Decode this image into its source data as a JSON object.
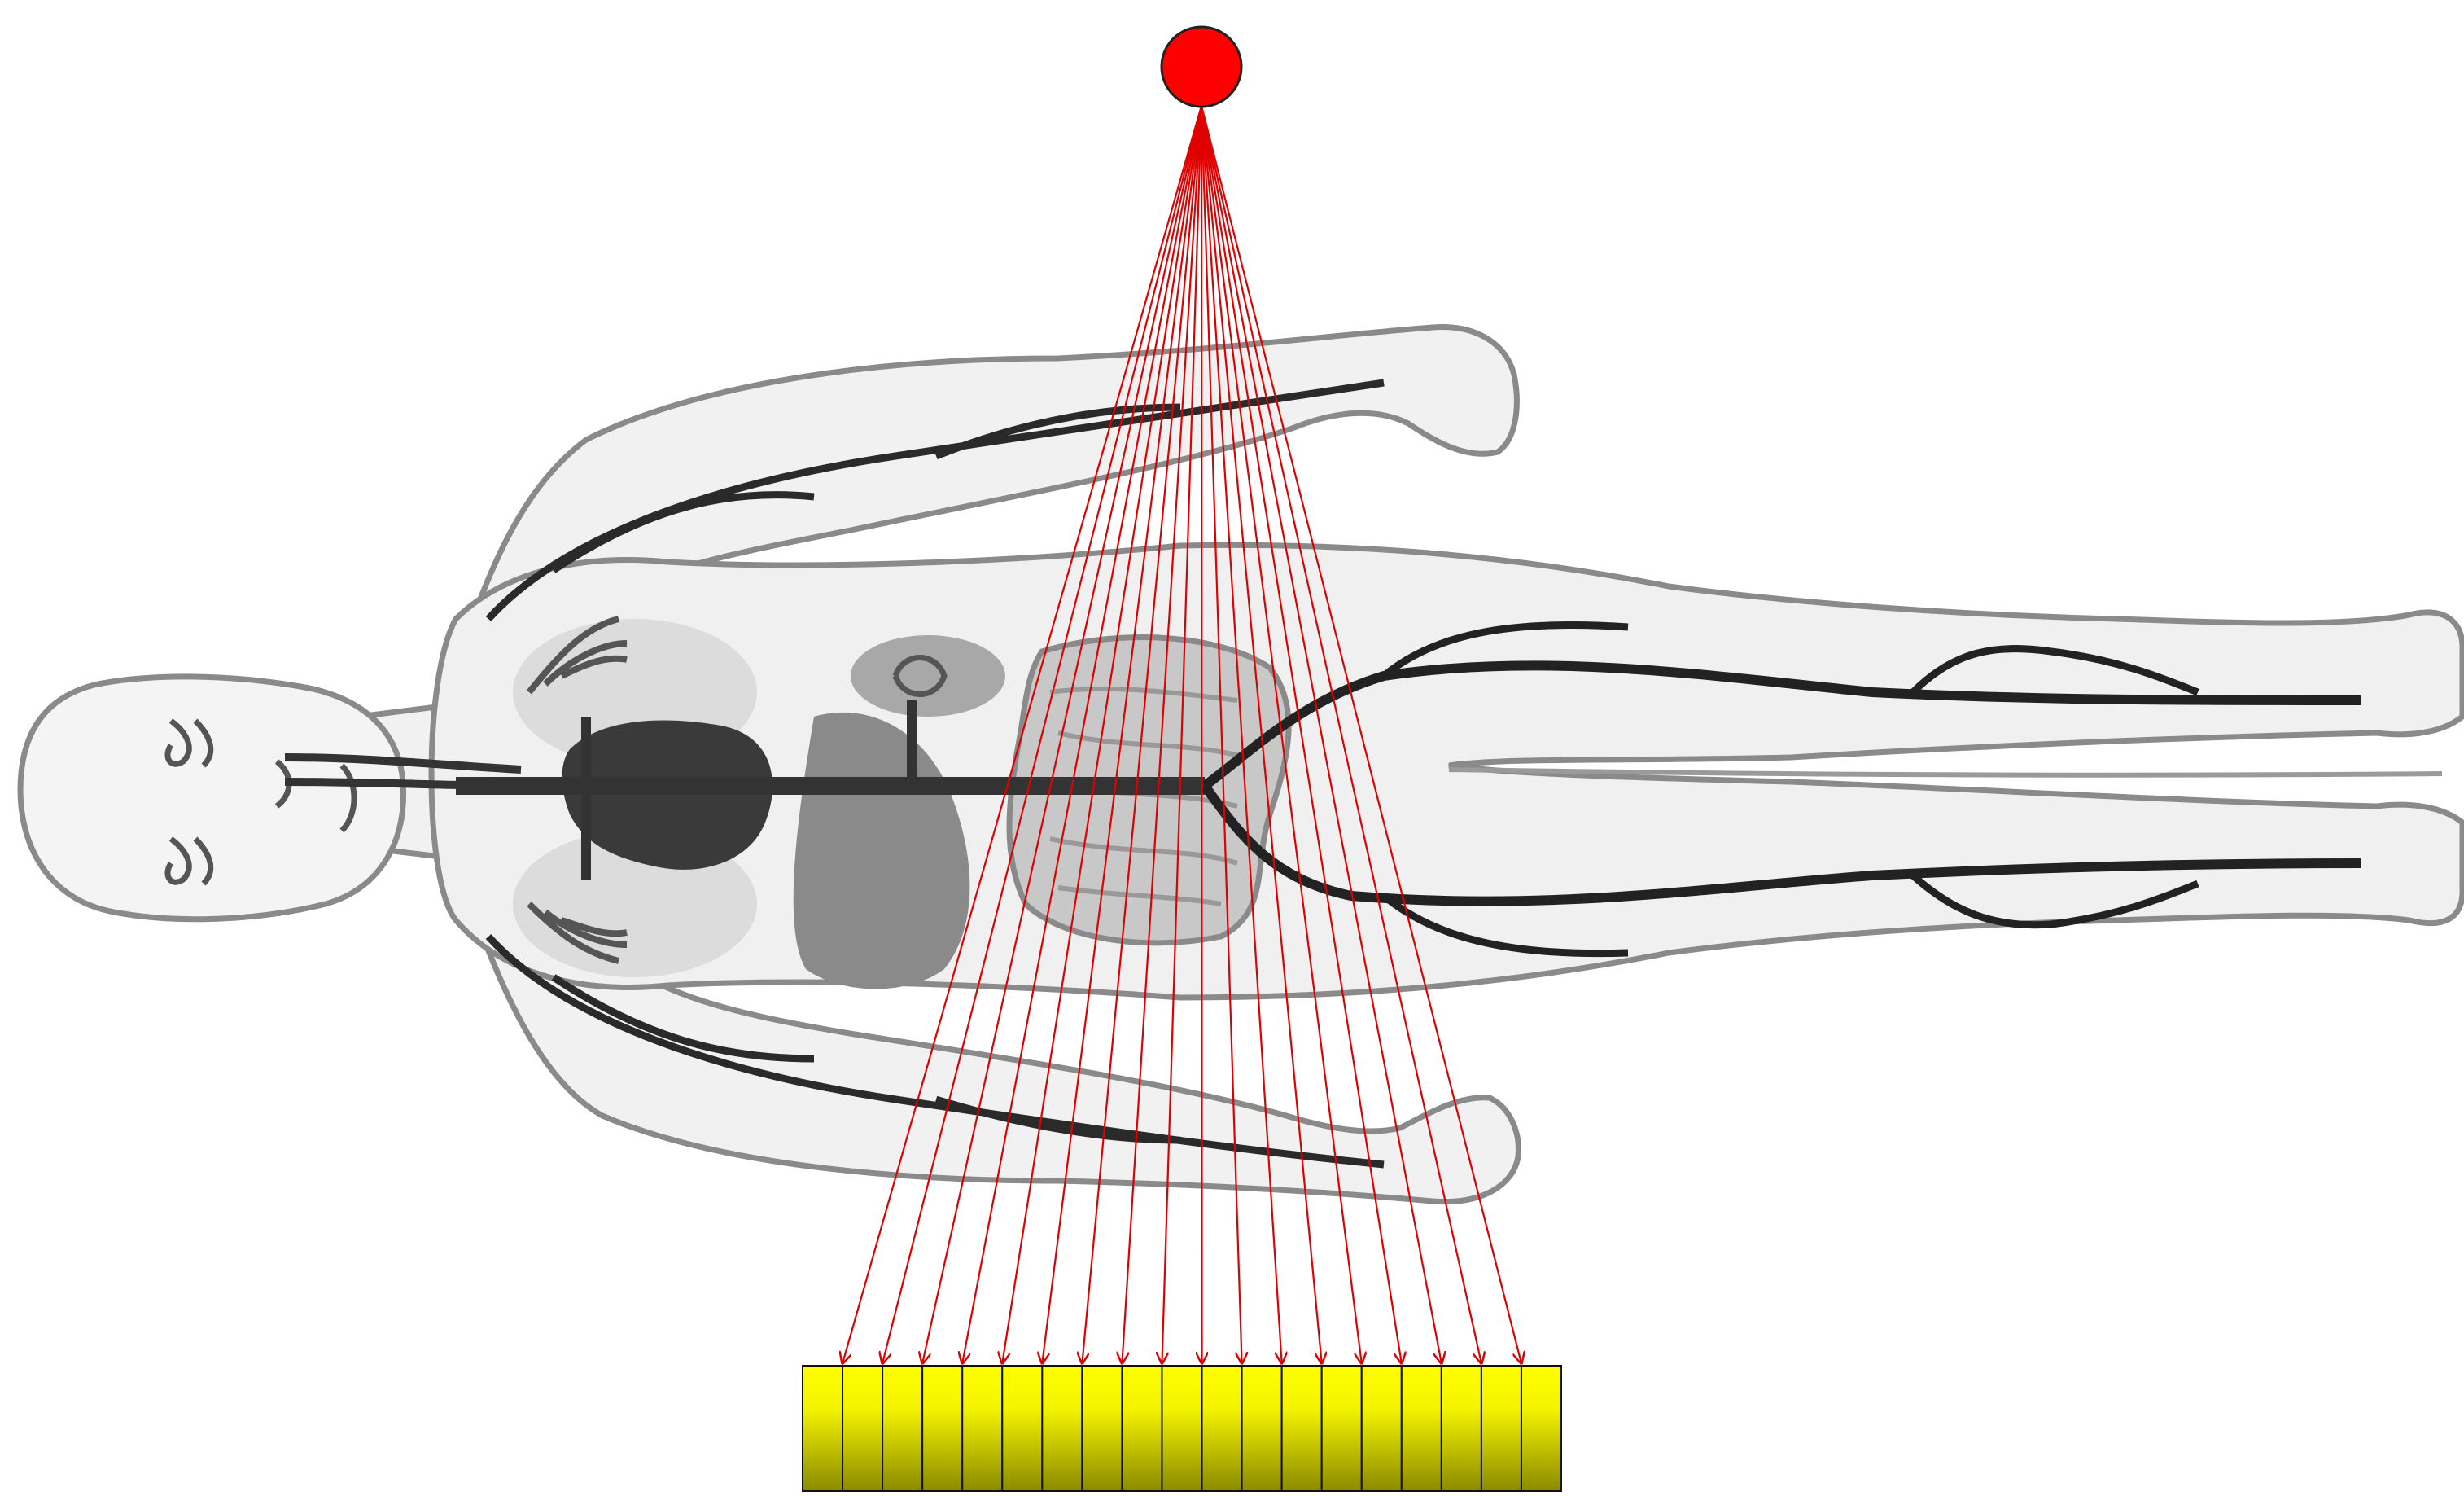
{
  "diagram": {
    "subject": "human-body-circulatory-system",
    "source": {
      "icon": "xray-source-point",
      "color": "#ff0000"
    },
    "beams": {
      "count": 18,
      "color": "#e00000"
    },
    "detector": {
      "element_count": 19,
      "color_top": "#ffff00",
      "color_bottom": "#8a8a00"
    },
    "body_colors": {
      "outline": "#8a8a8a",
      "skin": "#efefef",
      "vessels": "#222222",
      "heart": "#444444",
      "liver": "#8a8a8a",
      "lungs": "#d8d8d8"
    }
  }
}
